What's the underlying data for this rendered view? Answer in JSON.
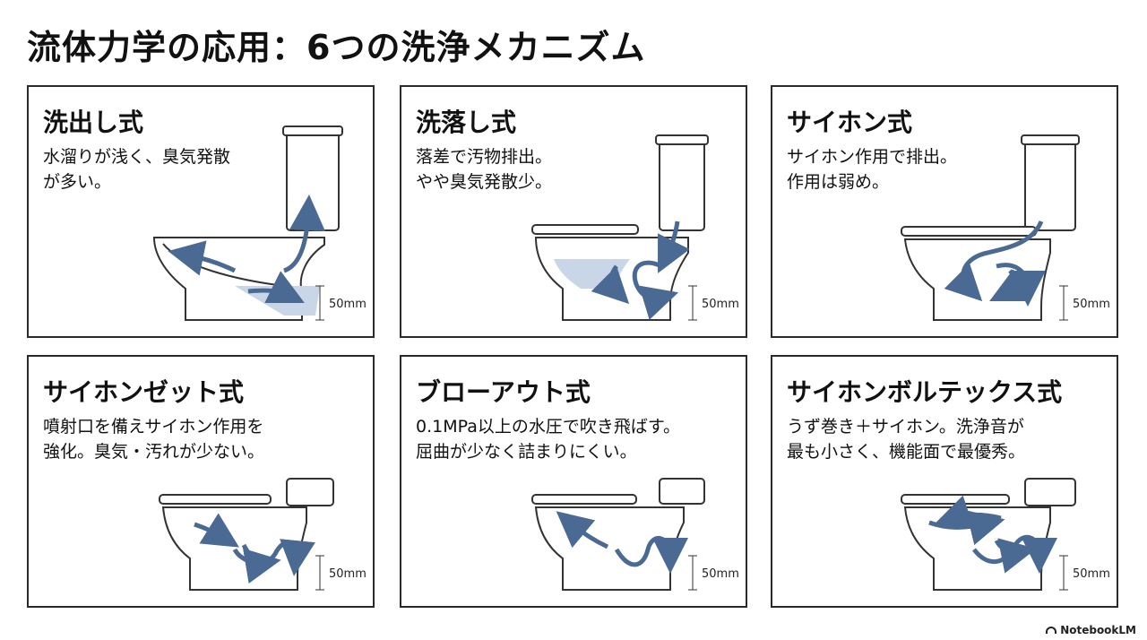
{
  "title": "流体力学の応用：6つの洗浄メカニズム",
  "cards": [
    {
      "title": "洗出し式",
      "desc": "水溜りが浅く、臭気発散\nが多い。",
      "dim": "50mm"
    },
    {
      "title": "洗落し式",
      "desc": "落差で汚物排出。\nやや臭気発散少。",
      "dim": "50mm"
    },
    {
      "title": "サイホン式",
      "desc": "サイホン作用で排出。\n作用は弱め。",
      "dim": "50mm"
    },
    {
      "title": "サイホンゼット式",
      "desc": "噴射口を備えサイホン作用を\n強化。臭気・汚れが少ない。",
      "dim": "50mm"
    },
    {
      "title": "ブローアウト式",
      "desc": "0.1MPa以上の水圧で吹き飛ばす。\n屈曲が少なく詰まりにくい。",
      "dim": "50mm"
    },
    {
      "title": "サイホンボルテックス式",
      "desc": "うず巻き＋サイホン。洗浄音が\n最も小さく、機能面で最優秀。",
      "dim": "50mm"
    }
  ],
  "brand": "NotebookLM",
  "colors": {
    "flow_arrow": "#4a6a94",
    "water": "#c9d6e8",
    "line": "#333333"
  }
}
